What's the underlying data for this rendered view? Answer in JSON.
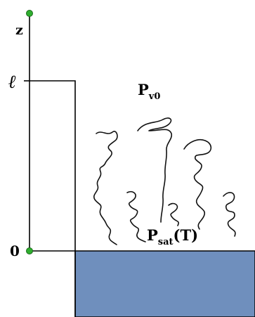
{
  "diagram": {
    "axis_label": "z",
    "height_label": "ℓ",
    "zero_label": "0",
    "vapor_pressure": {
      "base": "P",
      "subscript": "v0"
    },
    "sat_pressure": {
      "base": "P",
      "subscript": "sat",
      "argument": "(T)"
    }
  },
  "colors": {
    "liquid": "#6f8fbd",
    "axis_dots": "#2fae2f",
    "lines": "#000000"
  }
}
